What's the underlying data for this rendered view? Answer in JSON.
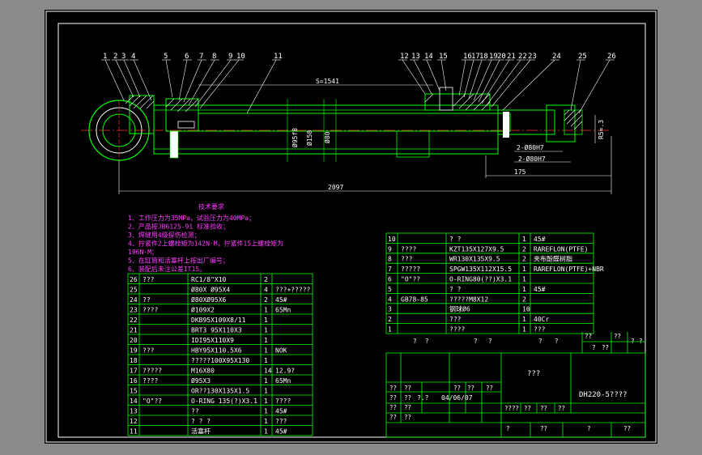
{
  "title_block": {
    "drawing_no": "DH220-5????",
    "title_center": "???",
    "date": "04/06/07",
    "row_labels": [
      "??",
      "??",
      "??",
      "??",
      "??",
      "??",
      "??",
      "??",
      "??"
    ],
    "approve_label": "?.?",
    "scale_cells": [
      "????",
      "??",
      "??",
      "??"
    ],
    "bottom_cells": [
      "?",
      "??",
      "?",
      "??"
    ],
    "mid_cells": [
      "??",
      "??"
    ],
    "right_cells": [
      "??",
      "??",
      "?",
      "??",
      "?",
      "?"
    ]
  },
  "technical_requirements": {
    "heading": "技术要求",
    "lines": [
      "1、工作压力为35MPa，试验压力为40MPa；",
      "2、产品按JB6125-91  标准验收；",
      "3、焊缝用4级探伤检测；",
      "4、拧紧件2上螺栓矩为142N·M，拧紧件15上螺栓矩为",
      "196N·M；",
      "5、在缸筒和活塞杆上按出厂编号；",
      "6、装配后未注公差IT15。"
    ]
  },
  "dimensions": {
    "stroke": "S=1541",
    "total_length": "2097",
    "bore_dia_1": "Ø158",
    "bore_dia_2": "Ø80",
    "rod_dia": "Ø95f8",
    "dim_175": "175",
    "dim_pin": "Ø80",
    "dim_thread_1": "2-Ø80H7",
    "dim_thread_2": "2-Ø80H7",
    "dim_R": "R5=.3"
  },
  "callouts": [
    "1",
    "2",
    "3",
    "4",
    "5",
    "6",
    "7",
    "8",
    "9",
    "10",
    "11",
    "12",
    "13",
    "14",
    "15",
    "16",
    "17",
    "18",
    "19",
    "20",
    "21",
    "22",
    "23",
    "24",
    "25",
    "26"
  ],
  "bom_left": [
    {
      "no": "26",
      "code": "???",
      "name": "RC1/8\"X10",
      "qty": "2",
      "mat": ""
    },
    {
      "no": "25",
      "code": "",
      "name": "Ø80X Ø95X4",
      "qty": "4",
      "mat": "???+?????"
    },
    {
      "no": "24",
      "code": "??",
      "name": "Ø80XØ95X6",
      "qty": "2",
      "mat": "45#"
    },
    {
      "no": "23",
      "code": "????",
      "name": "Ø109X2",
      "qty": "1",
      "mat": "65Mn"
    },
    {
      "no": "22",
      "code": "",
      "name": "DKB95X109X8/11",
      "qty": "1",
      "mat": ""
    },
    {
      "no": "21",
      "code": "",
      "name": "BRT3 95X110X3",
      "qty": "1",
      "mat": ""
    },
    {
      "no": "20",
      "code": "",
      "name": "IDI95X110X9",
      "qty": "1",
      "mat": ""
    },
    {
      "no": "19",
      "code": "???",
      "name": "HBY95X110.5X6",
      "qty": "1",
      "mat": "NOK"
    },
    {
      "no": "18",
      "code": "",
      "name": "?????100X95X130",
      "qty": "1",
      "mat": ""
    },
    {
      "no": "17",
      "code": "?????",
      "name": "M16X80",
      "qty": "14",
      "mat": "12.9?"
    },
    {
      "no": "16",
      "code": "????",
      "name": "Ø95X3",
      "qty": "1",
      "mat": "65Mn"
    },
    {
      "no": "15",
      "code": "",
      "name": "OR??130X135X1.5",
      "qty": "1",
      "mat": ""
    },
    {
      "no": "14",
      "code": "\"O\"??",
      "name": "O-RING 135(?)X3.1",
      "qty": "1",
      "mat": "????"
    },
    {
      "no": "13",
      "code": "",
      "name": "??",
      "qty": "1",
      "mat": "45#"
    },
    {
      "no": "12",
      "code": "",
      "name": "? ? ?",
      "qty": "1",
      "mat": "???"
    },
    {
      "no": "11",
      "code": "",
      "name": "活塞杆",
      "qty": "1",
      "mat": "45#"
    }
  ],
  "bom_right": [
    {
      "no": "10",
      "code": "",
      "name": "? ?",
      "qty": "1",
      "mat": "45#"
    },
    {
      "no": "9",
      "code": "????",
      "name": "KZT135X127X9.5",
      "qty": "2",
      "mat": "RAREFLON(PTFE)"
    },
    {
      "no": "8",
      "code": "???",
      "name": "WR130X135X9.5",
      "qty": "2",
      "mat": "夹布酚醛树脂"
    },
    {
      "no": "7",
      "code": "?????",
      "name": "SPGW135X112X15.5",
      "qty": "1",
      "mat": "RAREFLON(PTFE)+NBR"
    },
    {
      "no": "6",
      "code": "\"O\"??",
      "name": "O-RING80(??)X3.1",
      "qty": "1",
      "mat": ""
    },
    {
      "no": "5",
      "code": "",
      "name": "? ?",
      "qty": "1",
      "mat": "45#"
    },
    {
      "no": "4",
      "code": "GB78-85",
      "name": "?????M8X12",
      "qty": "2",
      "mat": ""
    },
    {
      "no": "3",
      "code": "",
      "name": "钢球Ø6",
      "qty": "10",
      "mat": ""
    },
    {
      "no": "2",
      "code": "",
      "name": "???",
      "qty": "1",
      "mat": "40Cr"
    },
    {
      "no": "1",
      "code": "",
      "name": "????",
      "qty": "1",
      "mat": "???"
    }
  ],
  "colors": {
    "sheet": "#000000",
    "frame": "#ffffff",
    "table_line": "#00ff00",
    "body": "#00ff00",
    "centerline": "#ff3030",
    "note": "#ff3cff",
    "hatch": "#ffffff"
  }
}
